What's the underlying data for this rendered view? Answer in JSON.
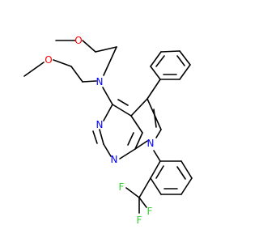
{
  "molecule": {
    "atom_labels": {
      "o_upper": "O",
      "o_lower": "O",
      "n_amine": "N",
      "n_pyrimidine_3": "N",
      "n_pyrimidine_1": "N",
      "n_pyrrole_7": "N",
      "f_left": "F",
      "f_right": "F",
      "f_bottom": "F"
    },
    "colors": {
      "bond": "#000000",
      "oxygen": "#ff0000",
      "nitrogen": "#0000ff",
      "fluorine": "#33cc33",
      "background": "#ffffff"
    }
  }
}
